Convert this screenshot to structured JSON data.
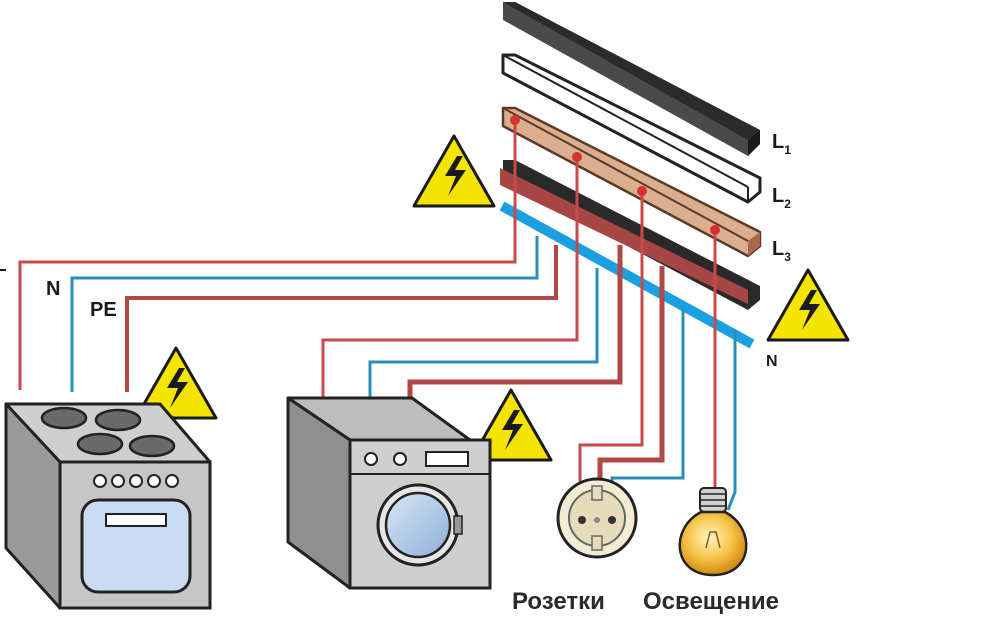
{
  "labels": {
    "L": "L",
    "L1_sub": "1",
    "L2_sub": "2",
    "L3_sub": "3",
    "N_bus": "N",
    "N_left": "N",
    "PE_left": "PE",
    "sockets": "Розетки",
    "lighting": "Освещение"
  },
  "colors": {
    "phase_wire": "#c84a4a",
    "neutral_wire": "#2a8fb8",
    "pe_wire": "#b04848",
    "bus_L1": "#3a3a3a",
    "bus_L2": "#ffffff",
    "bus_L3": "#d9ab8c",
    "bus_PE": "#a84646",
    "bus_N": "#1aa0e0",
    "warning": "#f5e400"
  },
  "icons": [
    "warning-high-voltage-icon",
    "electric-stove-icon",
    "washing-machine-icon",
    "socket-icon",
    "light-bulb-icon"
  ]
}
